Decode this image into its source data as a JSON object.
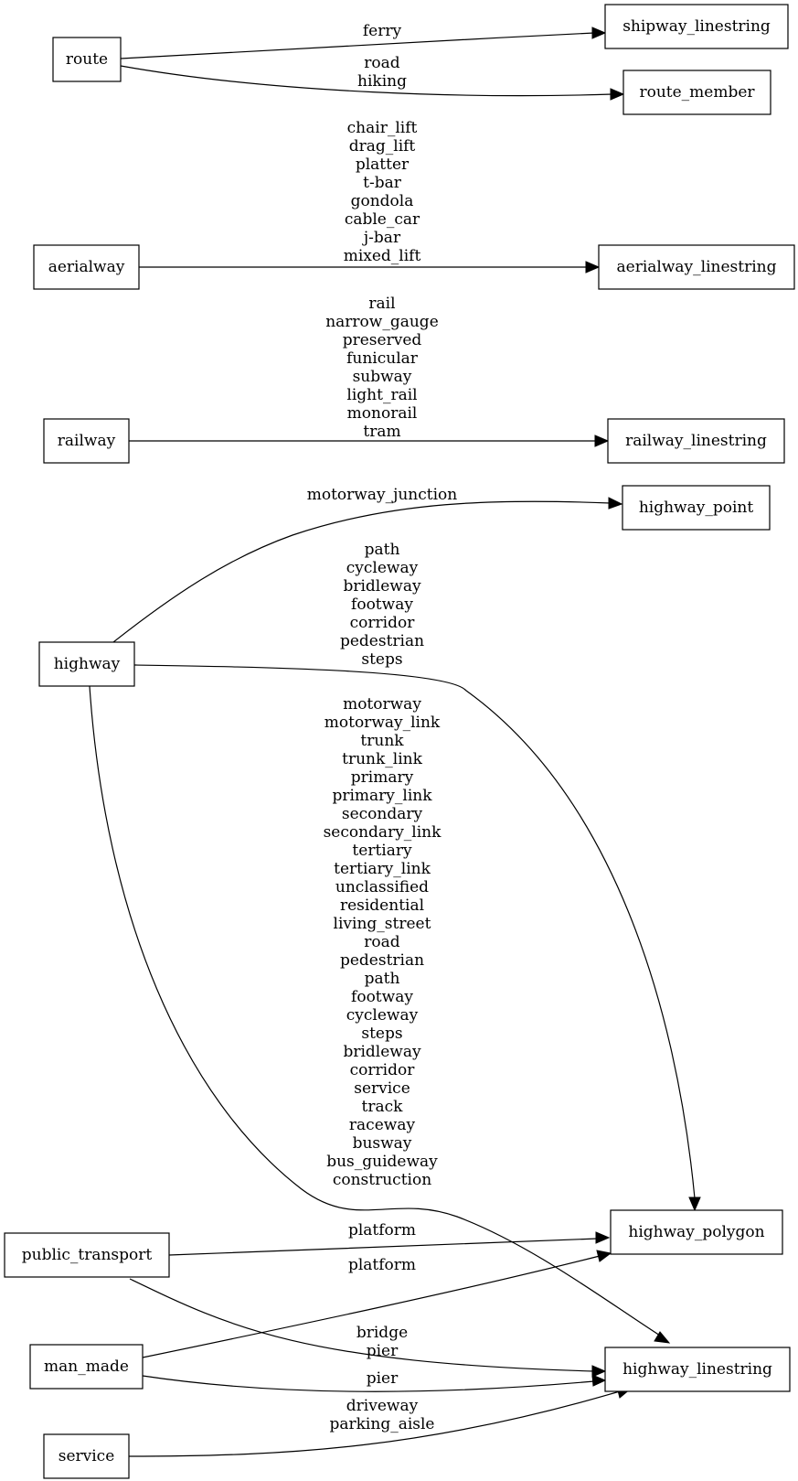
{
  "nodes": {
    "route": "route",
    "aerialway": "aerialway",
    "railway": "railway",
    "highway": "highway",
    "public_transport": "public_transport",
    "man_made": "man_made",
    "service": "service",
    "shipway_linestring": "shipway_linestring",
    "route_member": "route_member",
    "aerialway_linestring": "aerialway_linestring",
    "railway_linestring": "railway_linestring",
    "highway_point": "highway_point",
    "highway_polygon": "highway_polygon",
    "highway_linestring": "highway_linestring"
  },
  "edges": [
    {
      "from": "route",
      "to": "shipway_linestring",
      "labels": [
        "ferry"
      ]
    },
    {
      "from": "route",
      "to": "route_member",
      "labels": [
        "road",
        "hiking"
      ]
    },
    {
      "from": "aerialway",
      "to": "aerialway_linestring",
      "labels": [
        "chair_lift",
        "drag_lift",
        "platter",
        "t-bar",
        "gondola",
        "cable_car",
        "j-bar",
        "mixed_lift"
      ]
    },
    {
      "from": "railway",
      "to": "railway_linestring",
      "labels": [
        "rail",
        "narrow_gauge",
        "preserved",
        "funicular",
        "subway",
        "light_rail",
        "monorail",
        "tram"
      ]
    },
    {
      "from": "highway",
      "to": "highway_point",
      "labels": [
        "motorway_junction"
      ]
    },
    {
      "from": "highway",
      "to": "highway_polygon",
      "labels": [
        "path",
        "cycleway",
        "bridleway",
        "footway",
        "corridor",
        "pedestrian",
        "steps"
      ]
    },
    {
      "from": "highway",
      "to": "highway_linestring",
      "labels": [
        "motorway",
        "motorway_link",
        "trunk",
        "trunk_link",
        "primary",
        "primary_link",
        "secondary",
        "secondary_link",
        "tertiary",
        "tertiary_link",
        "unclassified",
        "residential",
        "living_street",
        "road",
        "pedestrian",
        "path",
        "footway",
        "cycleway",
        "steps",
        "bridleway",
        "corridor",
        "service",
        "track",
        "raceway",
        "busway",
        "bus_guideway",
        "construction"
      ]
    },
    {
      "from": "public_transport",
      "to": "highway_polygon",
      "labels": [
        "platform"
      ]
    },
    {
      "from": "public_transport",
      "to": "highway_linestring",
      "labels": [
        "platform"
      ]
    },
    {
      "from": "man_made",
      "to": "highway_polygon",
      "labels": [
        "bridge",
        "pier"
      ]
    },
    {
      "from": "man_made",
      "to": "highway_linestring",
      "labels": [
        "pier"
      ]
    },
    {
      "from": "service",
      "to": "highway_linestring",
      "labels": [
        "driveway",
        "parking_aisle"
      ]
    }
  ]
}
